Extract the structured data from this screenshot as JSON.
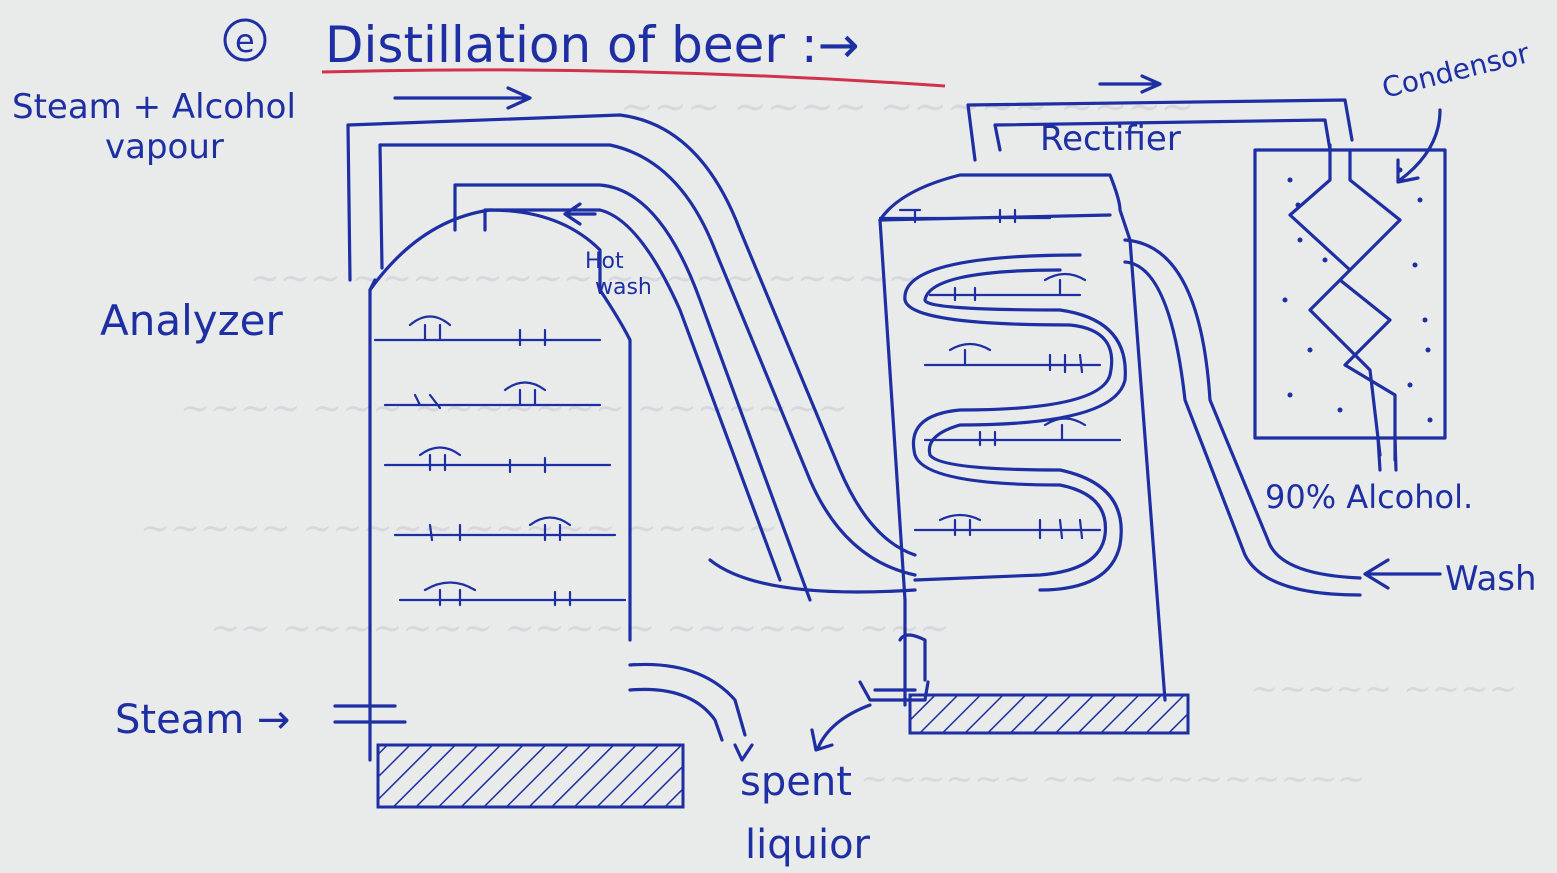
{
  "diagram": {
    "title_marker": "e",
    "title": "Distillation of beer :→",
    "labels": {
      "steam_alcohol": "Steam + Alcohol",
      "vapour": "vapour",
      "analyzer": "Analyzer",
      "hot_wash_1": "Hot",
      "hot_wash_2": "wash",
      "rectifier": "Rectifier",
      "condensor": "Condensor",
      "alcohol_90": "90% Alcohol.",
      "wash": "Wash",
      "steam": "Steam →",
      "spent_1": "spent",
      "spent_2": "liquior"
    },
    "colors": {
      "ink": "#1d2fa3",
      "paper": "#e9eaea",
      "underline": "#d0324a"
    }
  }
}
